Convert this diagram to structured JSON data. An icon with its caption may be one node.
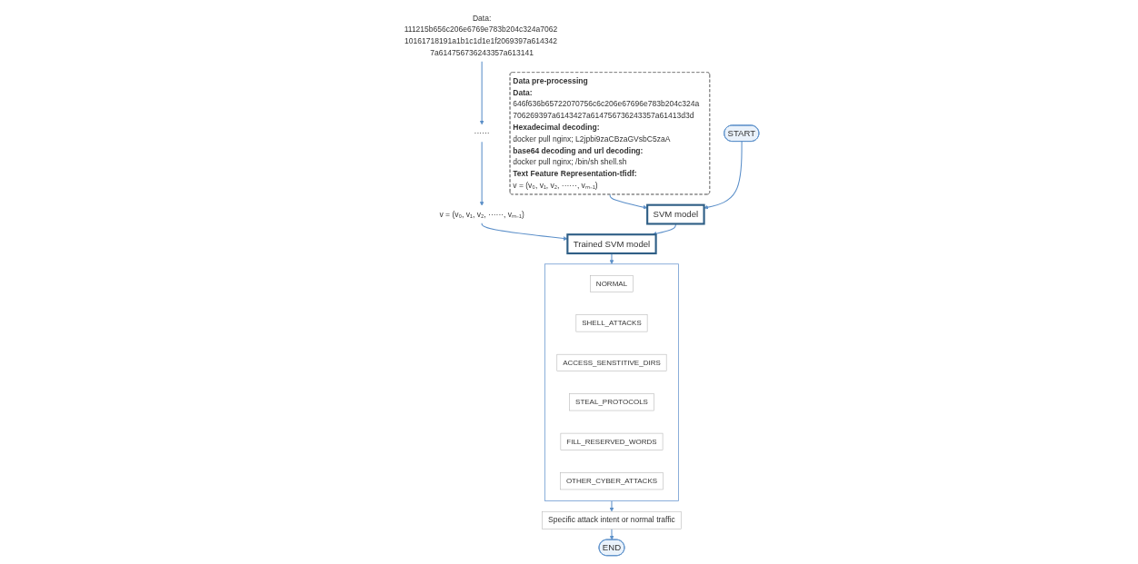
{
  "diagram": {
    "nodes": [
      {
        "text": [
          "Data pre-processing",
          "Data:",
          "646f636b65722070756c6c206e67696e783b204c324a 706269397a6143427a614756736243357a61413d3d",
          "Hexadecimal decoding:",
          "docker pull nginx; L2jpbi9zaCBzaGVsbC5zaA",
          "base64 decoding and url decoding:",
          "docker pull nginx; /bin/sh shell.sh",
          "Text Feature Representation-tfidf:",
          "v = (v₀, v₁, v₂, ······, vₘ₋₁)"
        ]
      },
      {
        "text": [
          "START"
        ]
      },
      {
        "text": [
          "SVM model"
        ]
      },
      {
        "text": [
          "Data:",
          "111215b656c206e6769e783b204c324a7062 10161718191a1b1c1d1e1f2069397a614342 7a614756736243357a613141"
        ]
      },
      {
        "text": [
          "······"
        ]
      },
      {
        "text": [
          "v = (v₀, v₁, v₂, ······, vₘ₋₁)"
        ]
      },
      {
        "text": [
          "Trained SVM model"
        ]
      },
      {
        "text": [],
        "shape": "box"
      },
      {
        "text": [
          "NORMAL"
        ],
        "in": 7
      },
      {
        "text": [
          "SHELL_ATTACKS"
        ],
        "in": 7
      },
      {
        "text": [
          "ACCESS_SENSTITIVE_DIRS"
        ],
        "in": 7
      },
      {
        "text": [
          "STEAL_PROTOCOLS"
        ],
        "in": 7
      },
      {
        "text": [
          "FILL_RESERVED_WORDS"
        ],
        "in": 7
      },
      {
        "text": [
          "OTHER_CYBER_ATTACKS"
        ],
        "in": 7
      },
      {
        "text": [
          "Specific attack intent or normal traffic"
        ]
      },
      {
        "text": [
          "END"
        ]
      }
    ],
    "edges": [
      {
        "from": 0,
        "to": 2,
        "arrow": "to"
      },
      {
        "from": 1,
        "to": 2,
        "arrow": "to"
      },
      {
        "from": 3,
        "to": 4,
        "arrow": "to"
      },
      {
        "from": 4,
        "to": 5,
        "arrow": "to"
      },
      {
        "from": 5,
        "to": 6,
        "arrow": "to"
      },
      {
        "from": 2,
        "to": 6,
        "arrow": "to"
      },
      {
        "from": 6,
        "to": 7,
        "arrow": "to"
      },
      {
        "from": 7,
        "to": 14,
        "arrow": "to"
      },
      {
        "from": 14,
        "to": 15,
        "arrow": "to"
      }
    ]
  }
}
